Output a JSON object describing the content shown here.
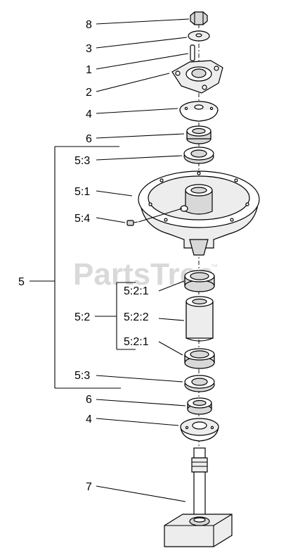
{
  "watermark": "PartsTree",
  "watermark_mark": "™",
  "callouts": {
    "c8": "8",
    "c3": "3",
    "c1": "1",
    "c2": "2",
    "c4_top": "4",
    "c6_top": "6",
    "c53_top": "5:3",
    "c51": "5:1",
    "c54": "5:4",
    "c5": "5",
    "c521_top": "5:2:1",
    "c52": "5:2",
    "c522": "5:2:2",
    "c521_bottom": "5:2:1",
    "c53_bottom": "5:3",
    "c6_bottom": "6",
    "c4_bottom": "4",
    "c7": "7"
  }
}
